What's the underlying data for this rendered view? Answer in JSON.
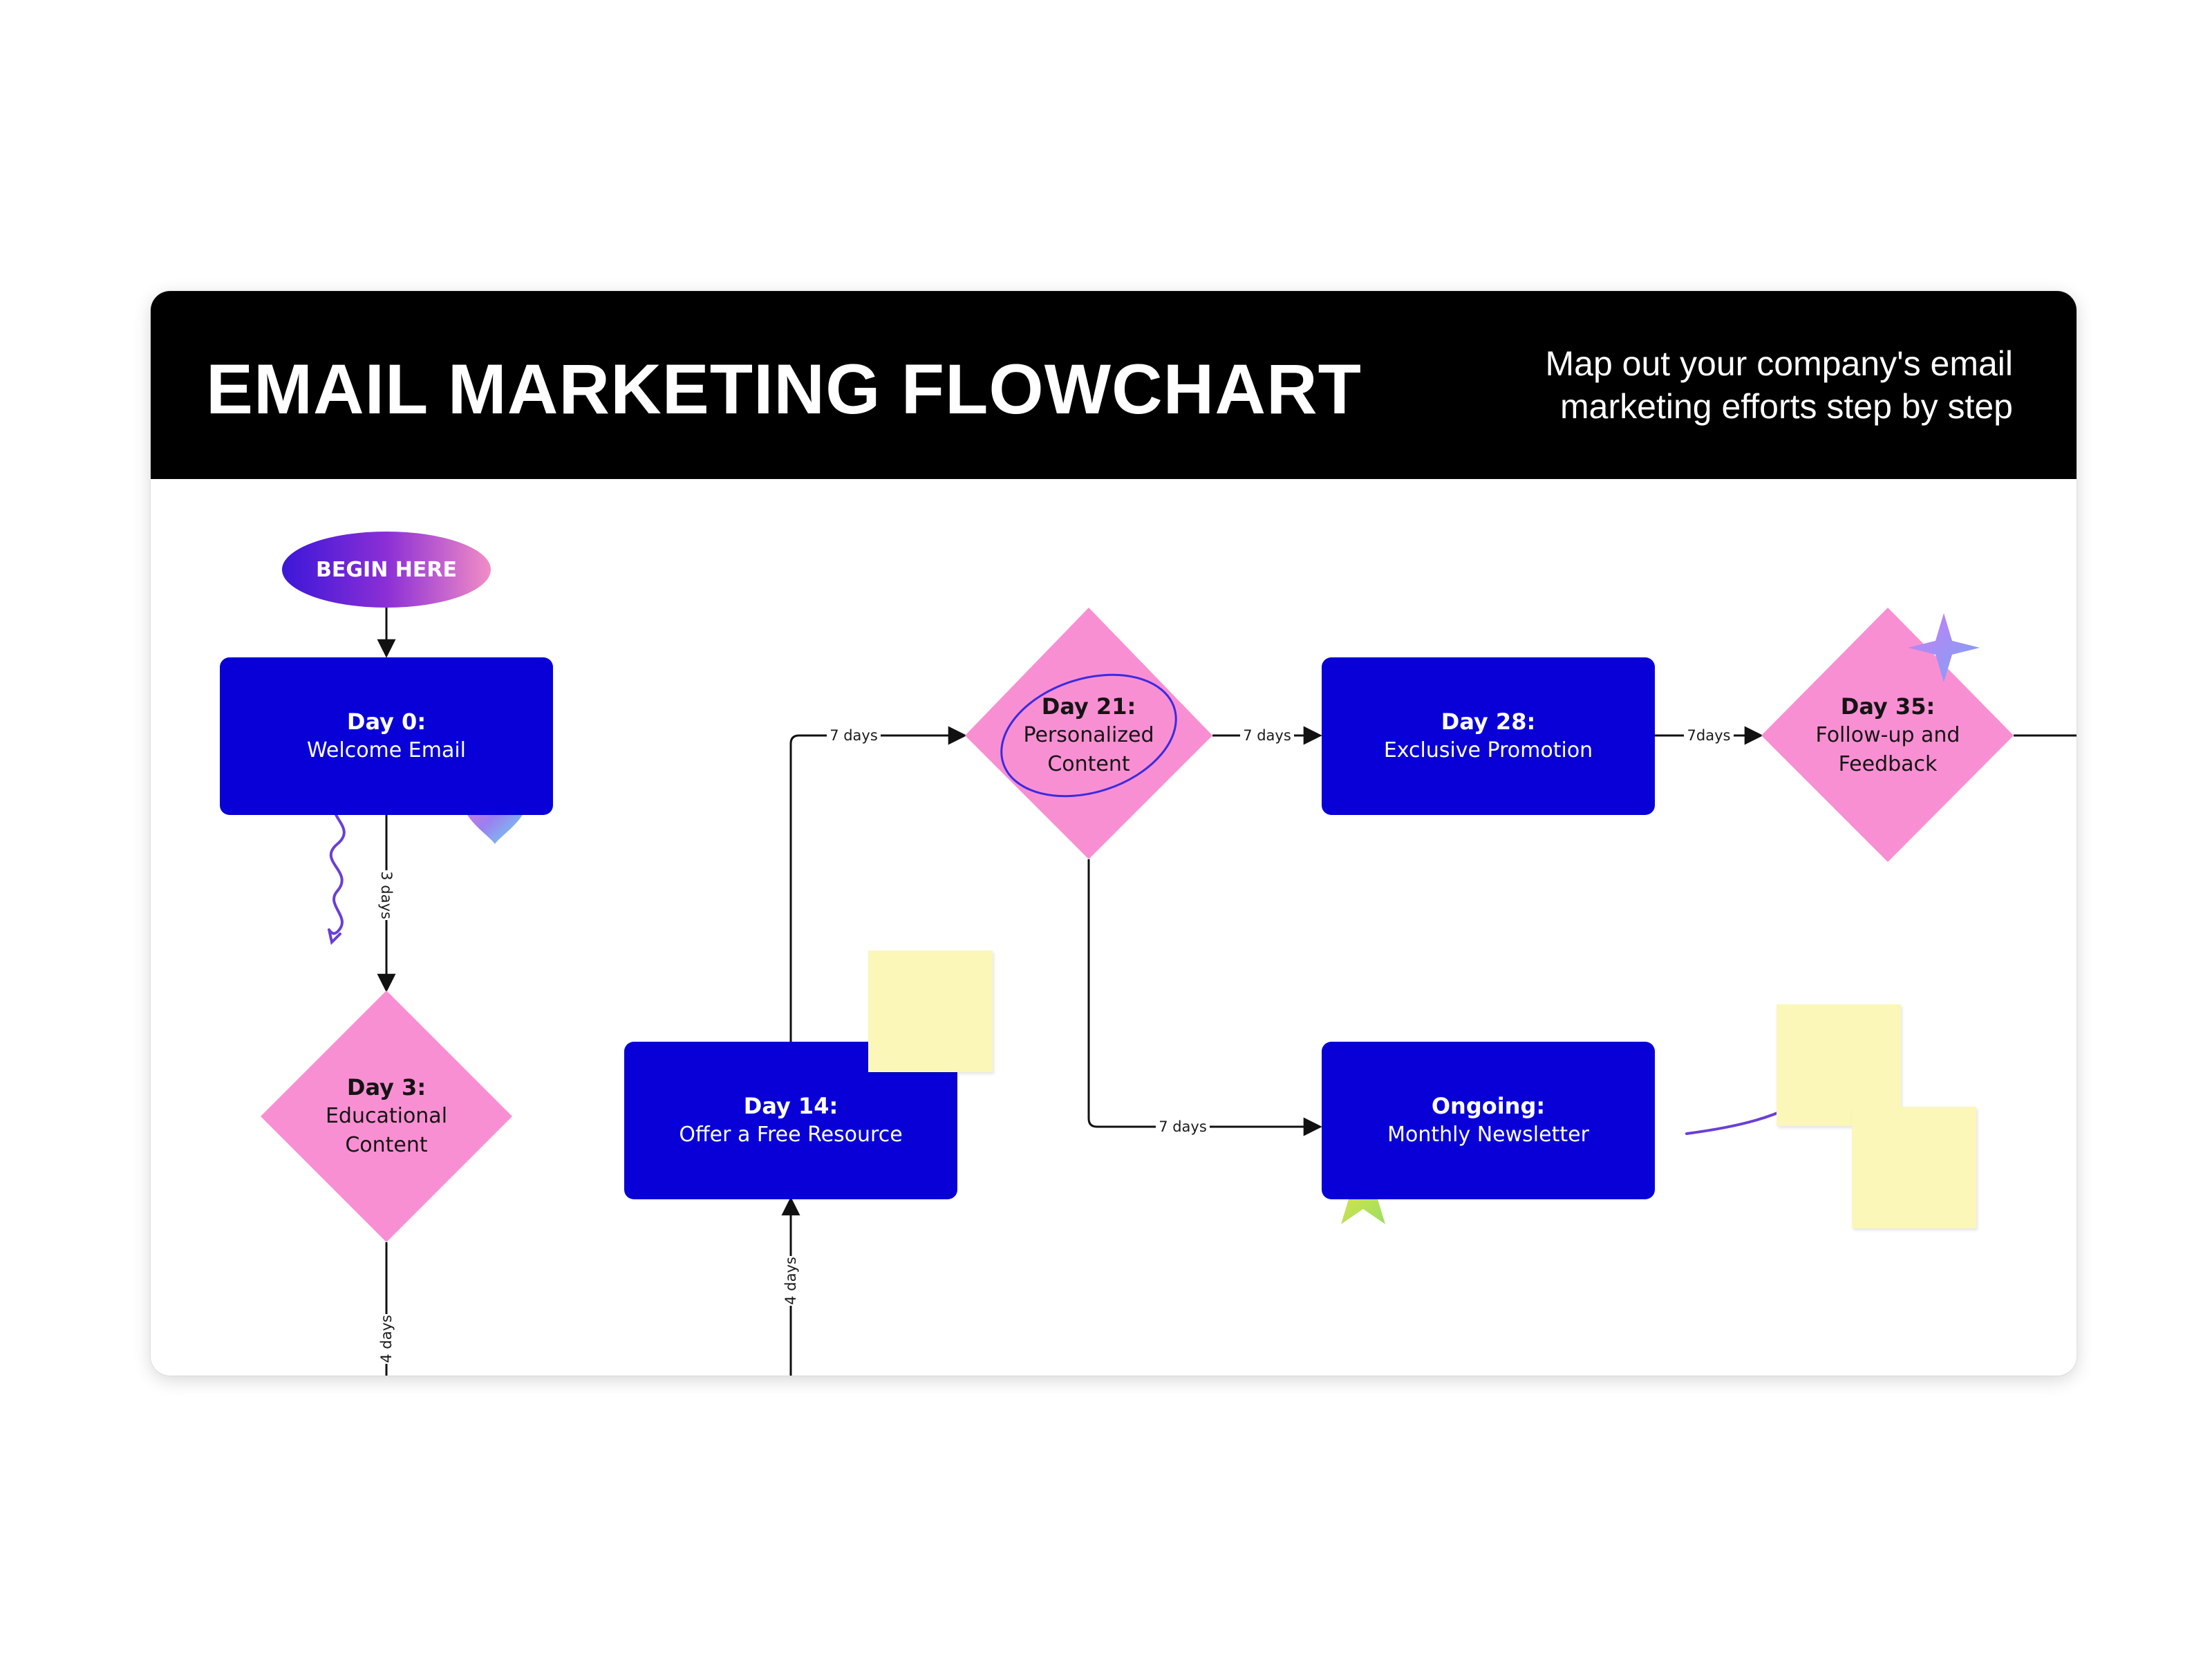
{
  "header": {
    "title": "EMAIL MARKETING FLOWCHART",
    "subtitle": "Map out your company's email marketing efforts step by step"
  },
  "start": {
    "label": "BEGIN HERE"
  },
  "nodes": {
    "day0": {
      "title": "Day 0:",
      "subtitle": "Welcome Email"
    },
    "day3": {
      "title": "Day 3:",
      "subtitle": "Educational Content"
    },
    "day14": {
      "title": "Day 14:",
      "subtitle": "Offer a Free Resource"
    },
    "day21": {
      "title": "Day 21:",
      "subtitle": "Personalized Content"
    },
    "day28": {
      "title": "Day 28:",
      "subtitle": "Exclusive Promotion"
    },
    "day35": {
      "title": "Day 35:",
      "subtitle": "Follow-up and Feedback"
    },
    "ongoing": {
      "title": "Ongoing:",
      "subtitle": "Monthly Newsletter"
    }
  },
  "edges": {
    "day0_to_day3": "3 days",
    "day3_down": "4 days",
    "up_to_day14": "4 days",
    "day14_to_day21": "7 days",
    "day21_to_day28": "7 days",
    "day28_to_day35": "7days",
    "day21_to_ongoing": "7 days"
  },
  "colors": {
    "process_box": "#0800d6",
    "decision_diamond": "#f98fd3",
    "sticky_note": "#fbf7b8",
    "header": "#000000"
  },
  "decorations": [
    "heart-icon",
    "squiggle",
    "star-icon",
    "sparkle-icon",
    "circle-scribble",
    "arrow-scribble"
  ]
}
